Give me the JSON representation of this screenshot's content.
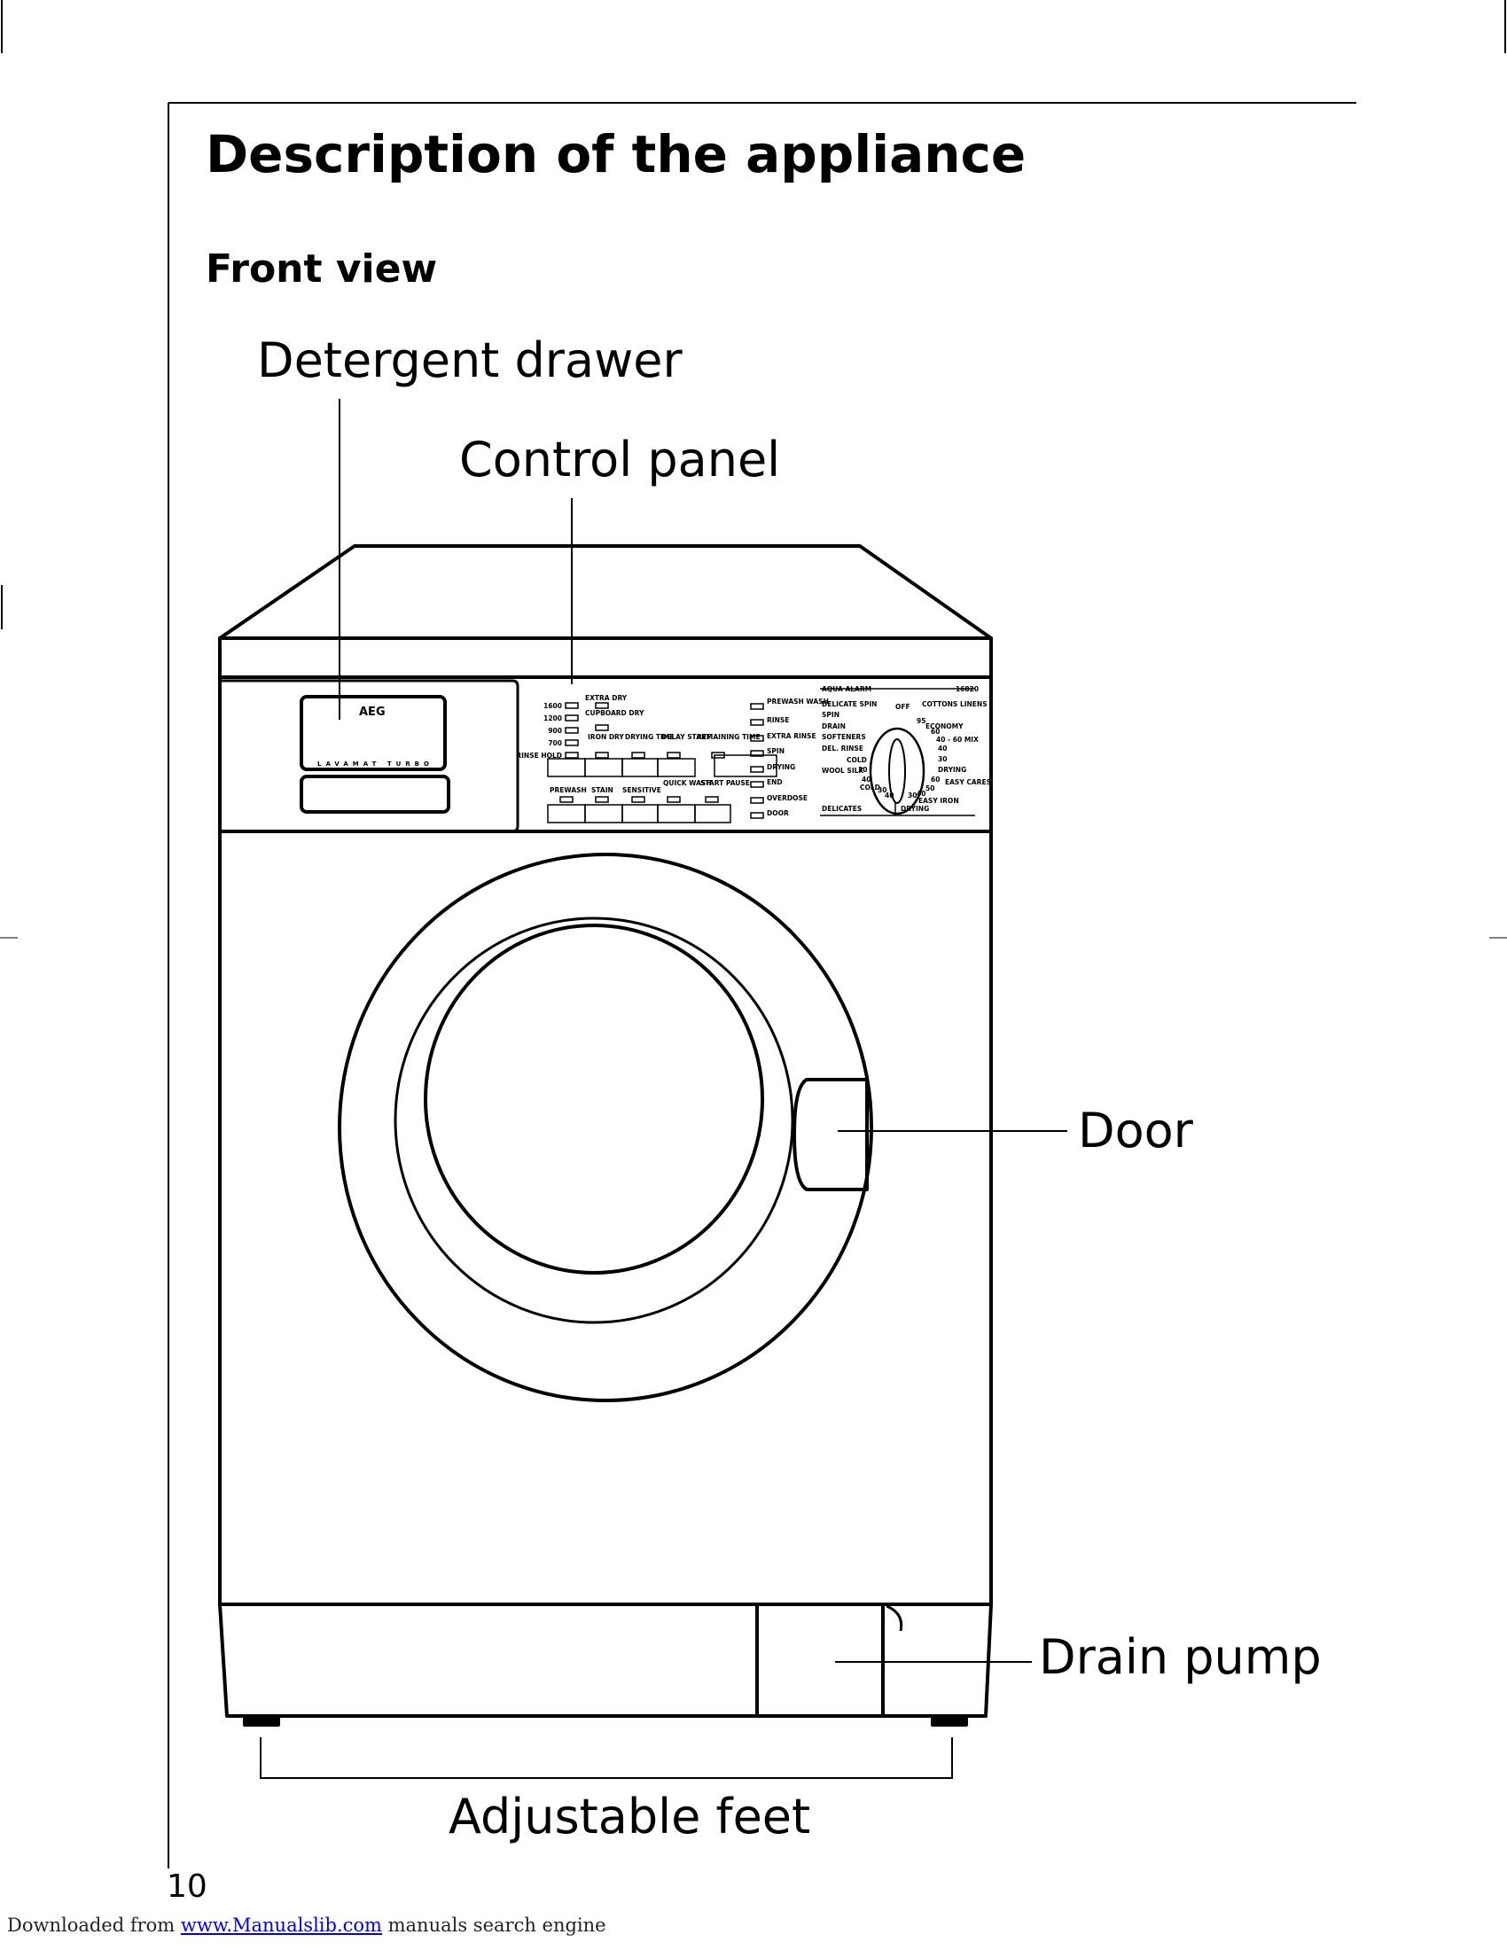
{
  "page": {
    "title": "Description of the appliance",
    "subtitle": "Front view",
    "page_number": "10"
  },
  "callouts": {
    "detergent_drawer": "Detergent drawer",
    "control_panel": "Control panel",
    "door": "Door",
    "drain_pump": "Drain pump",
    "adjustable_feet": "Adjustable feet"
  },
  "panel": {
    "brand": "AEG",
    "model_name": "LAVAMAT TURBO",
    "spin_speeds": [
      "1600",
      "1200",
      "900",
      "700"
    ],
    "rinse_hold": "RINSE HOLD",
    "drying_levels": [
      "EXTRA DRY",
      "CUPBOARD DRY",
      "IRON DRY"
    ],
    "drying_time": "DRYING TIME",
    "delay_start": "DELAY START",
    "remaining_time": "REMAINING TIME",
    "buttons": [
      "PREWASH",
      "STAIN",
      "SENSITIVE",
      "QUICK WASH",
      "START PAUSE"
    ],
    "status_lights": [
      "PREWASH WASH",
      "RINSE",
      "EXTRA RINSE",
      "SPIN",
      "DRYING",
      "END",
      "OVERDOSE",
      "DOOR"
    ],
    "aqua_alarm": "AQUA ALARM",
    "model_number": "16820",
    "dial_left": [
      "DELICATE SPIN",
      "SPIN",
      "DRAIN",
      "SOFTENERS",
      "DEL. RINSE",
      "WOOL SILK"
    ],
    "dial_right": [
      "COTTONS LINENS",
      "ECONOMY",
      "40 - 60 MIX",
      "DRYING",
      "EASY CARES",
      "EASY IRON"
    ],
    "dial_off": "OFF",
    "dial_cold": "COLD",
    "dial_temps": [
      "95",
      "60",
      "40",
      "30",
      "60",
      "50",
      "40",
      "30",
      "40",
      "30",
      "40",
      "30"
    ],
    "delicates": "DELICATES",
    "drying_bottom": "DRYING"
  },
  "footer": {
    "prefix": "Downloaded from ",
    "link": "www.Manualslib.com",
    "suffix": " manuals search engine"
  }
}
